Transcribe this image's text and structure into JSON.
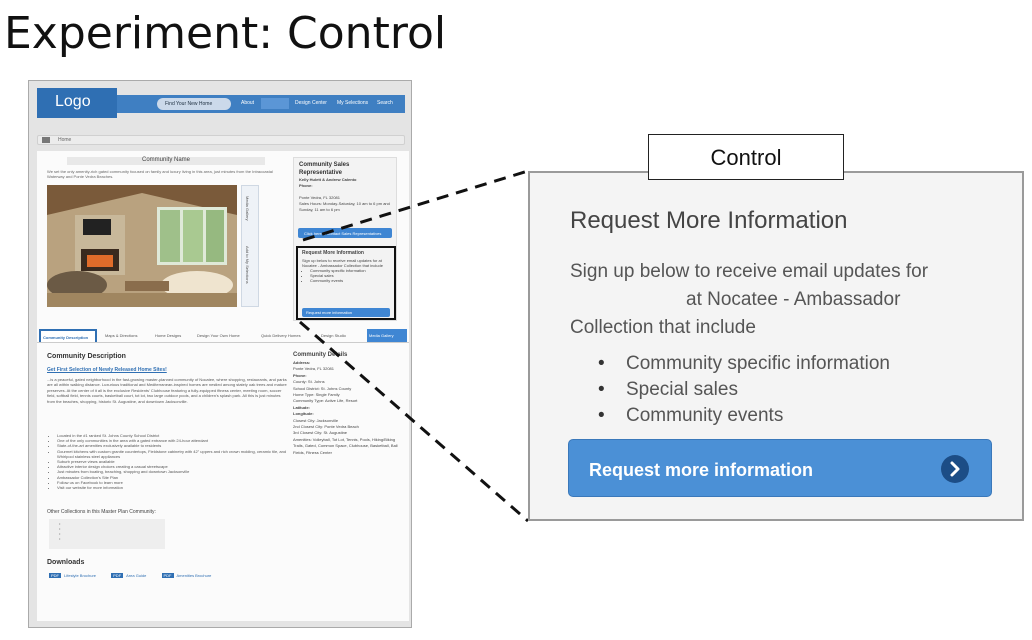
{
  "slide": {
    "title": "Experiment: Control"
  },
  "site": {
    "logo": "Logo",
    "nav": {
      "find_home": "Find Your New Home",
      "about": "About",
      "design_center": "Design Center",
      "my_selections": "My Selections",
      "search": "Search"
    },
    "breadcrumb": "Home",
    "community_name": "Community Name",
    "community_intro": "We set the only amenity-rich gated community focused on family and luxury living in this area, just minutes from the Intracoastal Waterway and Ponte Vedra Beaches.",
    "gallery_label": "Media Gallery",
    "gallery_label2": "Add to My Selections",
    "rep": {
      "title": "Community Sales Representative",
      "names": "Kelly Hulett & Andrew Calento",
      "phone_label": "Phone:",
      "address": "Ponte Vedra, FL 32081",
      "hours": "Sales Hours: Monday-Saturday, 10 am to 6 pm and Sunday, 11 am to 6 pm",
      "button": "Click here to contact Sales Representatives"
    },
    "mini_rmi": {
      "title": "Request More Information",
      "text": "Sign up below to receive email updates for at Nocatee - Ambassador Collection that include",
      "items": [
        "Community specific information",
        "Special sales",
        "Community events"
      ],
      "button": "Request more information"
    },
    "tabs": [
      "Community Description",
      "Maps & Directions",
      "Home Designs",
      "Design Your Own Home",
      "Quick Delivery Homes",
      "Design Studio",
      "Media Gallery"
    ],
    "description": {
      "heading": "Community Description",
      "subheading": "Get First Selection of Newly Released Home Sites!",
      "body": "...is a peaceful, gated neighborhood in the fast-growing master-planned community of Nocatee, where shopping, restaurants, and parks are all within walking distance. Luxurious traditional and Mediterranean-inspired homes are nestled among stately oak trees and mature preserves. At the center of it all is the exclusive Residents' Clubhouse featuring a fully-equipped fitness center, meeting room, soccer field, softball field, tennis courts, basketball court, tot lot, two large outdoor pools, and a children's splash park. All this is just minutes from the beaches, shopping, historic St. Augustine, and downtown Jacksonville.",
      "bullets": [
        "Located in the #1 ranked St. Johns County School District",
        "One of the only communities in the area with a gated entrance with 24-hour attendant",
        "State-of-the-art amenities exclusively available to residents",
        "Gourmet kitchens with custom granite countertops, Fieldstone cabinetry with 42\" uppers and rich crown molding, ceramic tile, and Whirlpool stainless steel appliances",
        "Suburb preserve views available",
        "Attractive interior design choices creating a casual streetscape",
        "Just minutes from boating, beaching, shopping and downtown Jacksonville",
        "Ambassador Collection's Site Plan",
        "Follow us on Facebook to learn more",
        "Visit our website for more information"
      ],
      "other_heading": "Other Collections in this Master Plan Community:",
      "downloads_heading": "Downloads",
      "downloads": [
        "Lifestyle Brochure",
        "Area Guide",
        "Amenities Brochure"
      ]
    },
    "details": {
      "heading": "Community Details",
      "rows": [
        "Address:",
        "Ponte Vedra, FL 32081",
        "Phone:",
        "County: St. Johns",
        "School District: St. Johns County",
        "Home Type: Single Family",
        "Community Type: Active Life, Resort",
        "Latitude:",
        "Longitude:",
        "Closest City: Jacksonville",
        "2nd Closest City: Ponte Vedra Beach",
        "3rd Closest City: St. Augustine",
        "Amenities: Volleyball, Tot Lot, Tennis, Pools, Hiking/Biking Trails, Gated, Common Space, Clubhouse, Basketball, Ball Fields, Fitness Center"
      ]
    }
  },
  "zoom": {
    "label": "Control",
    "title": "Request More Information",
    "line1": "Sign up below to receive email updates for",
    "line2": "at Nocatee - Ambassador",
    "line3": "Collection that include",
    "items": [
      "Community specific information",
      "Special sales",
      "Community events"
    ],
    "button": "Request more information"
  },
  "colors": {
    "accent": "#4b90d6",
    "brand_dark": "#2f6fb3",
    "chevron": "#1c4d86"
  }
}
